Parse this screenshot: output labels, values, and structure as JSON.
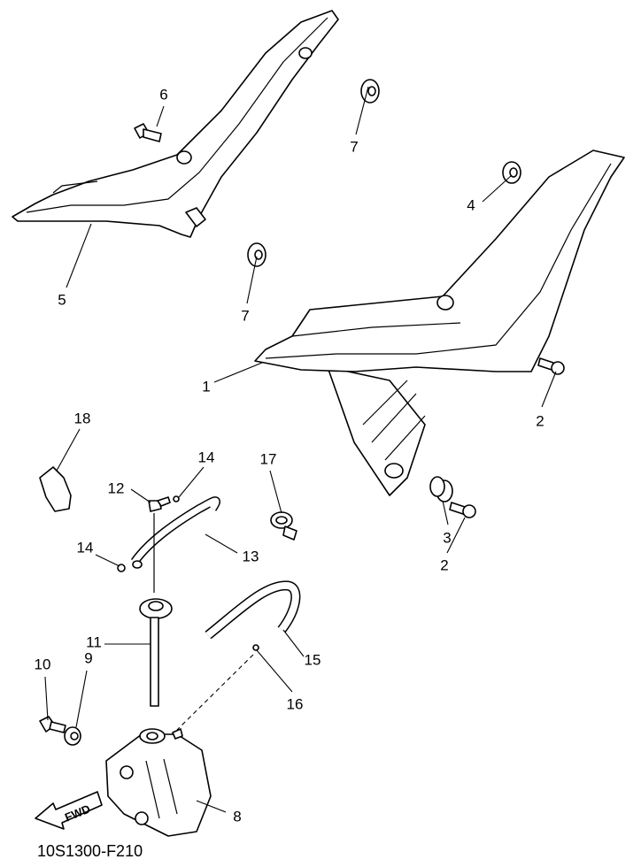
{
  "diagram_code": "10S1300-F210",
  "fwd_label": "FWD",
  "callouts": {
    "c6": "6",
    "c7a": "7",
    "c5": "5",
    "c7b": "7",
    "c4": "4",
    "c1": "1",
    "c2a": "2",
    "c18": "18",
    "c14a": "14",
    "c12": "12",
    "c17": "17",
    "c13": "13",
    "c3": "3",
    "c2b": "2",
    "c14b": "14",
    "c11": "11",
    "c15": "15",
    "c16": "16",
    "c10": "10",
    "c9": "9",
    "c8": "8"
  }
}
